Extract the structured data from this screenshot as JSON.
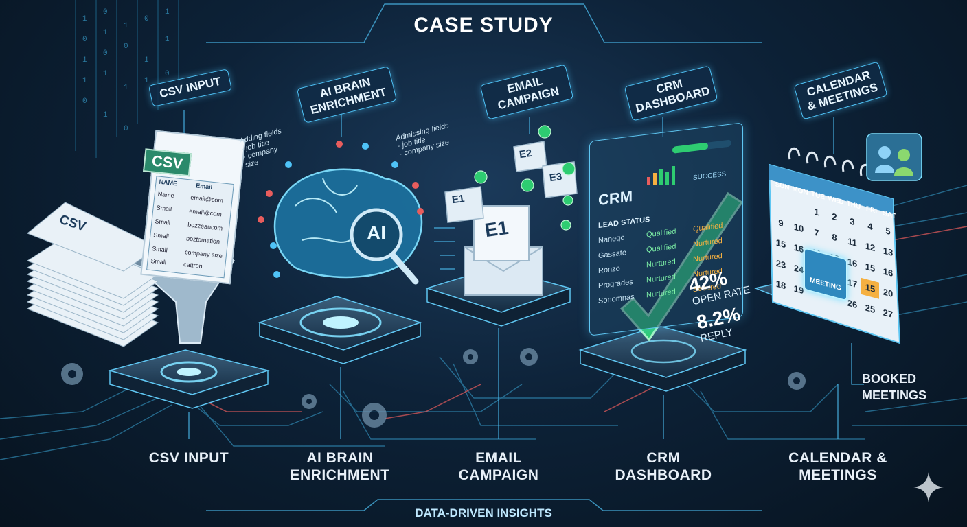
{
  "title": "CASE STUDY",
  "footer": "DATA-DRIVEN INSIGHTS",
  "stages": [
    {
      "tag": "CSV INPUT",
      "label": "CSV INPUT"
    },
    {
      "tag": "AI BRAIN ENRICHMENT",
      "label": "AI BRAIN ENRICHMENT"
    },
    {
      "tag": "EMAIL CAMPAIGN",
      "label": "EMAIL CAMPAIGN"
    },
    {
      "tag": "CRM DASHBOARD",
      "label": "CRM DASHBOARD"
    },
    {
      "tag": "CALENDAR & MEETINGS",
      "label": "CALENDAR & MEETINGS"
    }
  ],
  "csv": {
    "stack_text": "CSV",
    "doc_text": "CSV",
    "headers": [
      "NAME",
      "Email"
    ],
    "rows": [
      [
        "Name",
        "email@com"
      ],
      [
        "Small",
        "email@com"
      ],
      [
        "Small",
        "bozzeaucom"
      ],
      [
        "Small",
        "boztomation"
      ],
      [
        "Small",
        "company size"
      ],
      [
        "Small",
        "cattron"
      ]
    ],
    "note_title": "Adding fields",
    "note_items": [
      "· job title",
      "· company",
      "size"
    ]
  },
  "ai": {
    "badge": "AI",
    "note_title": "Admissing fields",
    "note_items": [
      "· job title",
      "· company size"
    ]
  },
  "email": {
    "main": "E1",
    "small": [
      "E1",
      "E2",
      "E3"
    ]
  },
  "crm": {
    "logo": "CRM",
    "success": "SUCCESS",
    "lead_status": "LEAD STATUS",
    "rows": [
      {
        "name": "Nanego",
        "status": "Qualified",
        "right": "Qualified"
      },
      {
        "name": "Gassate",
        "status": "Qualified",
        "right": "Nurtured"
      },
      {
        "name": "Ronzo",
        "status": "Nurtured",
        "right": "Nurtured"
      },
      {
        "name": "Progrades",
        "status": "Nurtured",
        "right": "Nurtured"
      },
      {
        "name": "Sonomnas",
        "status": "Nurtured",
        "right": "Secured"
      }
    ],
    "stats": [
      {
        "value": "42%",
        "label": "OPEN RATE"
      },
      {
        "value": "8.2%",
        "label": "REPLY"
      }
    ]
  },
  "calendar": {
    "days": [
      "SUN",
      "MON",
      "TUE",
      "WED",
      "THU",
      "FRI",
      "SAT"
    ],
    "dates": [
      "",
      "",
      "1",
      "2",
      "3",
      "4",
      "5",
      "9",
      "10",
      "7",
      "8",
      "11",
      "12",
      "13",
      "15",
      "16",
      "11",
      "12",
      "16",
      "15",
      "16",
      "23",
      "24",
      "25",
      "16",
      "17",
      "15",
      "20",
      "18",
      "19",
      "",
      "",
      "26",
      "25",
      "27"
    ],
    "meeting": "MEETING"
  },
  "booked": "BOOKED MEETINGS",
  "colors": {
    "accent": "#4fc3f7",
    "success": "#2ecc71",
    "alert": "#e74c3c",
    "highlight": "#f5b041"
  }
}
